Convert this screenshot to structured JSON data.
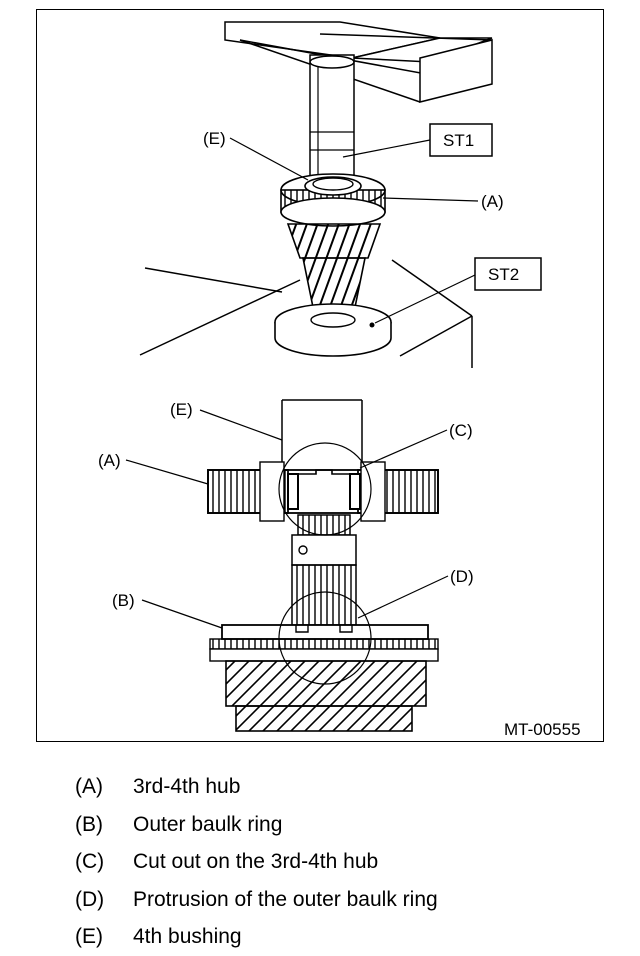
{
  "figure": {
    "code": "MT-00555",
    "tools": {
      "st1": "ST1",
      "st2": "ST2"
    },
    "callouts": {
      "top_e": "(E)",
      "top_a": "(A)",
      "bottom_e": "(E)",
      "bottom_c": "(C)",
      "bottom_a": "(A)",
      "bottom_b": "(B)",
      "bottom_d": "(D)"
    }
  },
  "legend": [
    {
      "key": "(A)",
      "text": "3rd-4th hub"
    },
    {
      "key": "(B)",
      "text": "Outer baulk ring"
    },
    {
      "key": "(C)",
      "text": "Cut out on the 3rd-4th hub"
    },
    {
      "key": "(D)",
      "text": "Protrusion of the outer baulk ring"
    },
    {
      "key": "(E)",
      "text": "4th bushing"
    }
  ]
}
